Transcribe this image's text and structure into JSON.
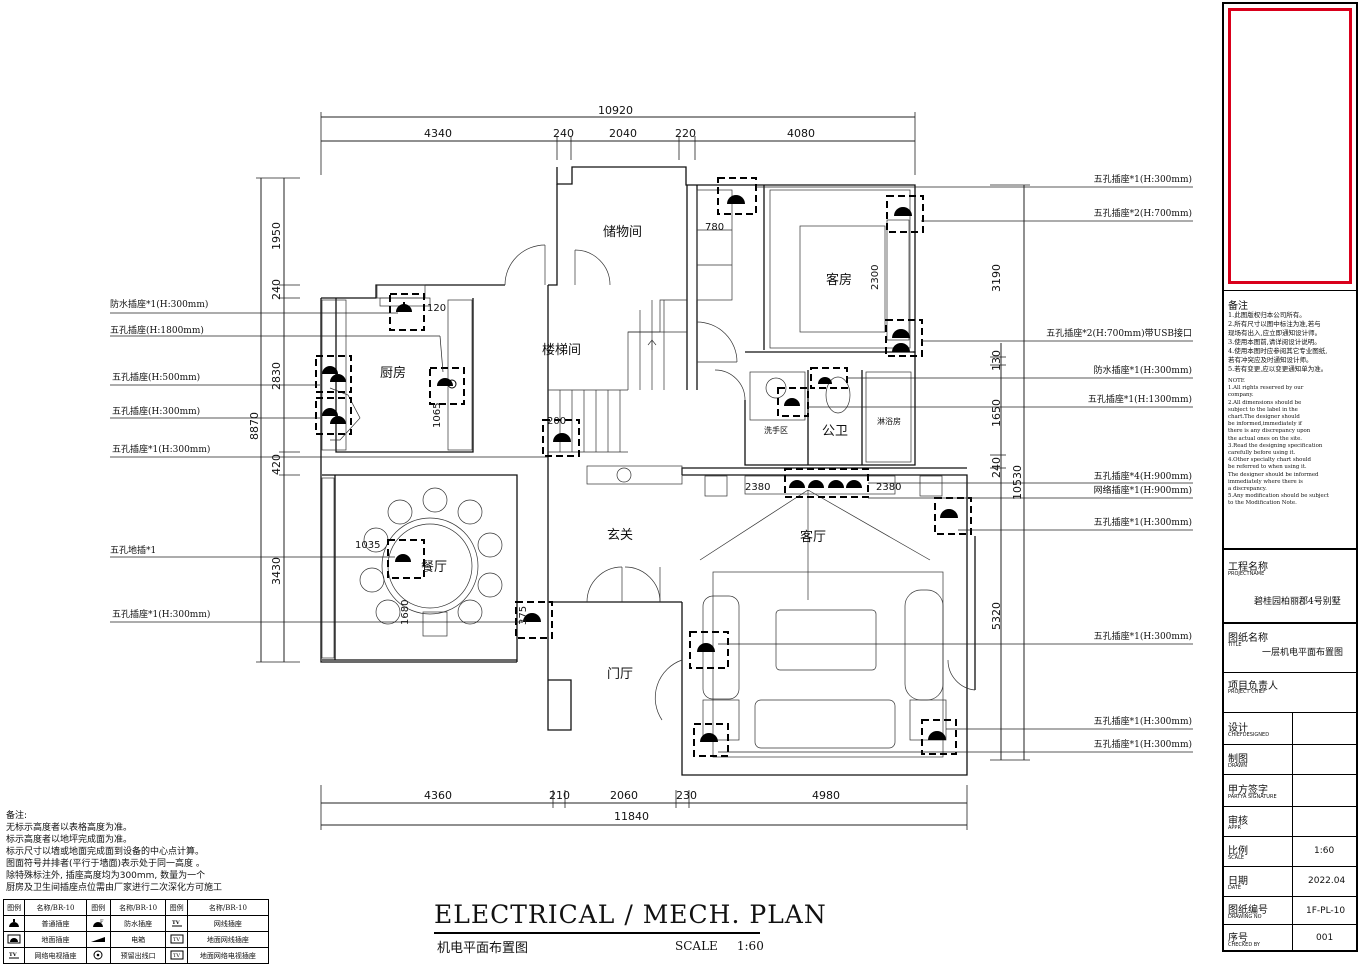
{
  "dims": {
    "total_top": "10920",
    "top": [
      "4340",
      "240",
      "2040",
      "220",
      "4080"
    ],
    "total_bottom": "11840",
    "bottom": [
      "4360",
      "210",
      "2060",
      "230",
      "4980"
    ],
    "left_total": "8870",
    "left": [
      "1950",
      "240",
      "2830",
      "420",
      "3430"
    ],
    "right_total": "10530",
    "right": [
      "3190",
      "130",
      "1650",
      "240",
      "5320"
    ],
    "inner": [
      "780",
      "2300",
      "120",
      "1065",
      "200",
      "2380",
      "2380",
      "1035",
      "375",
      "1680"
    ]
  },
  "rooms": {
    "storage": "储物间",
    "guest_room": "客房",
    "stairs": "楼梯间",
    "kitchen": "厨房",
    "washbasin": "洗手区",
    "bathroom": "公卫",
    "shower": "淋浴房",
    "entrance": "玄关",
    "living": "客厅",
    "dining": "餐厅",
    "foyer": "门厅"
  },
  "left_callouts": [
    "防水插座*1(H:300mm)",
    "五孔插座(H:1800mm)",
    "五孔插座(H:500mm)",
    "五孔插座(H:300mm)",
    "五孔插座*1(H:300mm)",
    "五孔地插*1",
    "五孔插座*1(H:300mm)"
  ],
  "right_callouts": [
    "五孔插座*1(H:300mm)",
    "五孔插座*2(H:700mm)",
    "五孔插座*2(H:700mm)带USB接口",
    "防水插座*1(H:300mm)",
    "五孔插座*1(H:1300mm)",
    "五孔插座*4(H:900mm)",
    "网络插座*1(H:900mm)",
    "五孔插座*1(H:300mm)",
    "五孔插座*1(H:300mm)",
    "五孔插座*1(H:300mm)",
    "五孔插座*1(H:300mm)"
  ],
  "notes": {
    "heading": "备注:",
    "lines": [
      "无标示高度者以表格高度为准。",
      "标示高度者以地坪完成面为准。",
      "标示尺寸以墙或地面完成面到设备的中心点计算。",
      "图面符号并排者(平行于墙面)表示处于同一高度 。",
      "除特殊标注外, 插座高度均为300mm, 数量为一个",
      "厨房及卫生间插座点位需由厂家进行二次深化方可施工"
    ]
  },
  "legend": {
    "header_icon": "图例",
    "header_name": "名称/BR-10",
    "rows": [
      [
        {
          "icon": "outlet-icon",
          "name": "普通插座"
        },
        {
          "icon": "waterproof-outlet-icon",
          "name": "防水插座"
        },
        {
          "icon": "network-outlet-icon",
          "name": "网线插座"
        }
      ],
      [
        {
          "icon": "floor-outlet-icon",
          "name": "地面插座"
        },
        {
          "icon": "electric-box-icon",
          "name": "电箱"
        },
        {
          "icon": "floor-network-icon",
          "name": "地面网线插座"
        }
      ],
      [
        {
          "icon": "tv-network-outlet-icon",
          "name": "网络电视插座"
        },
        {
          "icon": "reserved-outlet-icon",
          "name": "预留出线口"
        },
        {
          "icon": "floor-tv-network-icon",
          "name": "地面网络电视插座"
        }
      ]
    ]
  },
  "drawing_title": {
    "en": "ELECTRICAL / MECH. PLAN",
    "cn": "机电平面布置图",
    "scale_label": "SCALE",
    "scale_value": "1:60"
  },
  "title_block": {
    "remarks_heading": "备注",
    "remarks_cn": [
      "1.此图版权归本公司所有。",
      "2.所有尺寸以图中标注为准,若与",
      "  现场有出入,应立即通知设计师。",
      "3.使用本图前,请详阅设计说明。",
      "4.使用本图时应参阅其它专业图纸,",
      "  若有冲突应及时通知设计师。",
      "5.若有变更,应以变更通知单为准。"
    ],
    "remarks_en_heading": "NOTE",
    "remarks_en": [
      "1.All rights reserved by our",
      "  company.",
      "2.All dimensions should be",
      "  subject to the label in the",
      "  chart.The designer  should",
      "  be informed,immediately if",
      "  there is any discrepancy upon",
      "  the actual ones on the site.",
      "3.Read the designing specification",
      "  carefully before using  it.",
      "4.Other specialty chart should",
      "  be referred to when using  it.",
      "  The designer  should  be informed",
      "  immediately where there is",
      "  a discrepancy.",
      "5.Any modification should be subject",
      "  to the Modification Note."
    ],
    "project_label": "工程名称",
    "project_label_en": "PROJECTNAME",
    "project_value": "碧桂园柏丽郡4号别墅",
    "drawing_label": "图纸名称",
    "drawing_label_en": "TITLE",
    "drawing_value": "一层机电平面布置图",
    "chief_label": "项目负责人",
    "chief_label_en": "PROJECT CHIEF",
    "design_label": "设计",
    "design_label_en": "CHIEFDESIGNED",
    "drawn_label": "制图",
    "drawn_label_en": "DRAWN",
    "party_label": "甲方签字",
    "party_label_en": "PARTYA SIGNATURE",
    "approve_label": "审核",
    "approve_label_en": "APPR",
    "scale_label": "比例",
    "scale_label_en": "SCALE",
    "scale_value": "1:60",
    "date_label": "日期",
    "date_label_en": "DATE",
    "date_value": "2022.04",
    "drawing_no_label": "图纸编号",
    "drawing_no_label_en": "DRAWING NO",
    "drawing_no_value": "1F-PL-10",
    "serial_label": "序号",
    "serial_label_en": "CHECKED BY",
    "serial_value": "001"
  }
}
